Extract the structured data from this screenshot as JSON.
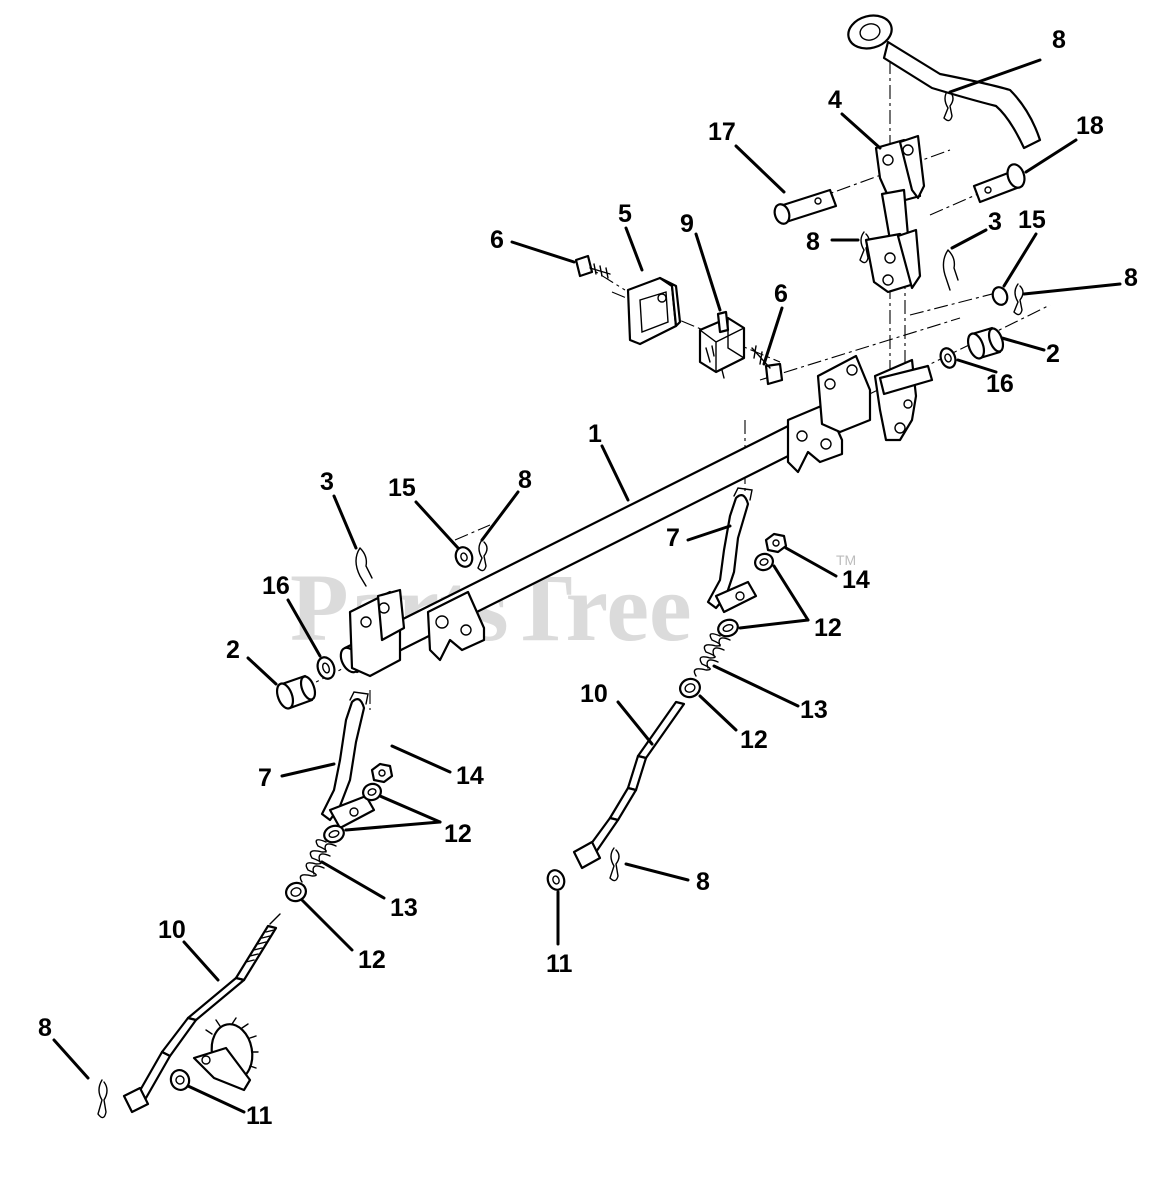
{
  "watermark": {
    "text": "PartsTree",
    "trademark": "TM"
  },
  "callouts": {
    "c1": "1",
    "c2a": "2",
    "c2b": "2",
    "c3a": "3",
    "c3b": "3",
    "c4": "4",
    "c5": "5",
    "c6a": "6",
    "c6b": "6",
    "c7a": "7",
    "c7b": "7",
    "c8a": "8",
    "c8b": "8",
    "c8c": "8",
    "c8d": "8",
    "c8e": "8",
    "c8f": "8",
    "c9": "9",
    "c10a": "10",
    "c10b": "10",
    "c11a": "11",
    "c11b": "11",
    "c12a": "12",
    "c12b": "12",
    "c12c": "12",
    "c12d": "12",
    "c13a": "13",
    "c13b": "13",
    "c14a": "14",
    "c14b": "14",
    "c15a": "15",
    "c15b": "15",
    "c16a": "16",
    "c16b": "16",
    "c17": "17",
    "c18": "18"
  }
}
